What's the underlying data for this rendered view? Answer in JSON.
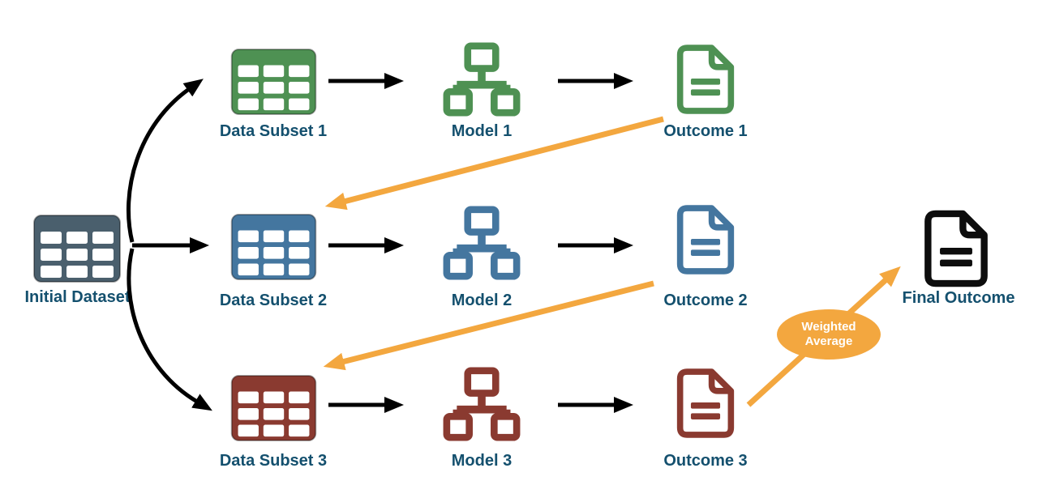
{
  "palette": {
    "slate": "#4a5f6d",
    "green": "#4e9153",
    "blue": "#44769f",
    "maroon": "#8a3a30",
    "black": "#0d0d0d",
    "orange": "#f3a73f",
    "label_text": "#14506e",
    "ellipse_text": "#ffffff",
    "background": "#ffffff"
  },
  "diagram": {
    "initial": {
      "label": "Initial Dataset"
    },
    "rows": [
      {
        "subset": "Data Subset 1",
        "model": "Model 1",
        "outcome": "Outcome 1",
        "color_name": "green"
      },
      {
        "subset": "Data Subset 2",
        "model": "Model 2",
        "outcome": "Outcome 2",
        "color_name": "blue"
      },
      {
        "subset": "Data Subset 3",
        "model": "Model 3",
        "outcome": "Outcome 3",
        "color_name": "maroon"
      }
    ],
    "aggregator": {
      "line1": "Weighted",
      "line2": "Average"
    },
    "final": {
      "label": "Final Outcome"
    }
  }
}
